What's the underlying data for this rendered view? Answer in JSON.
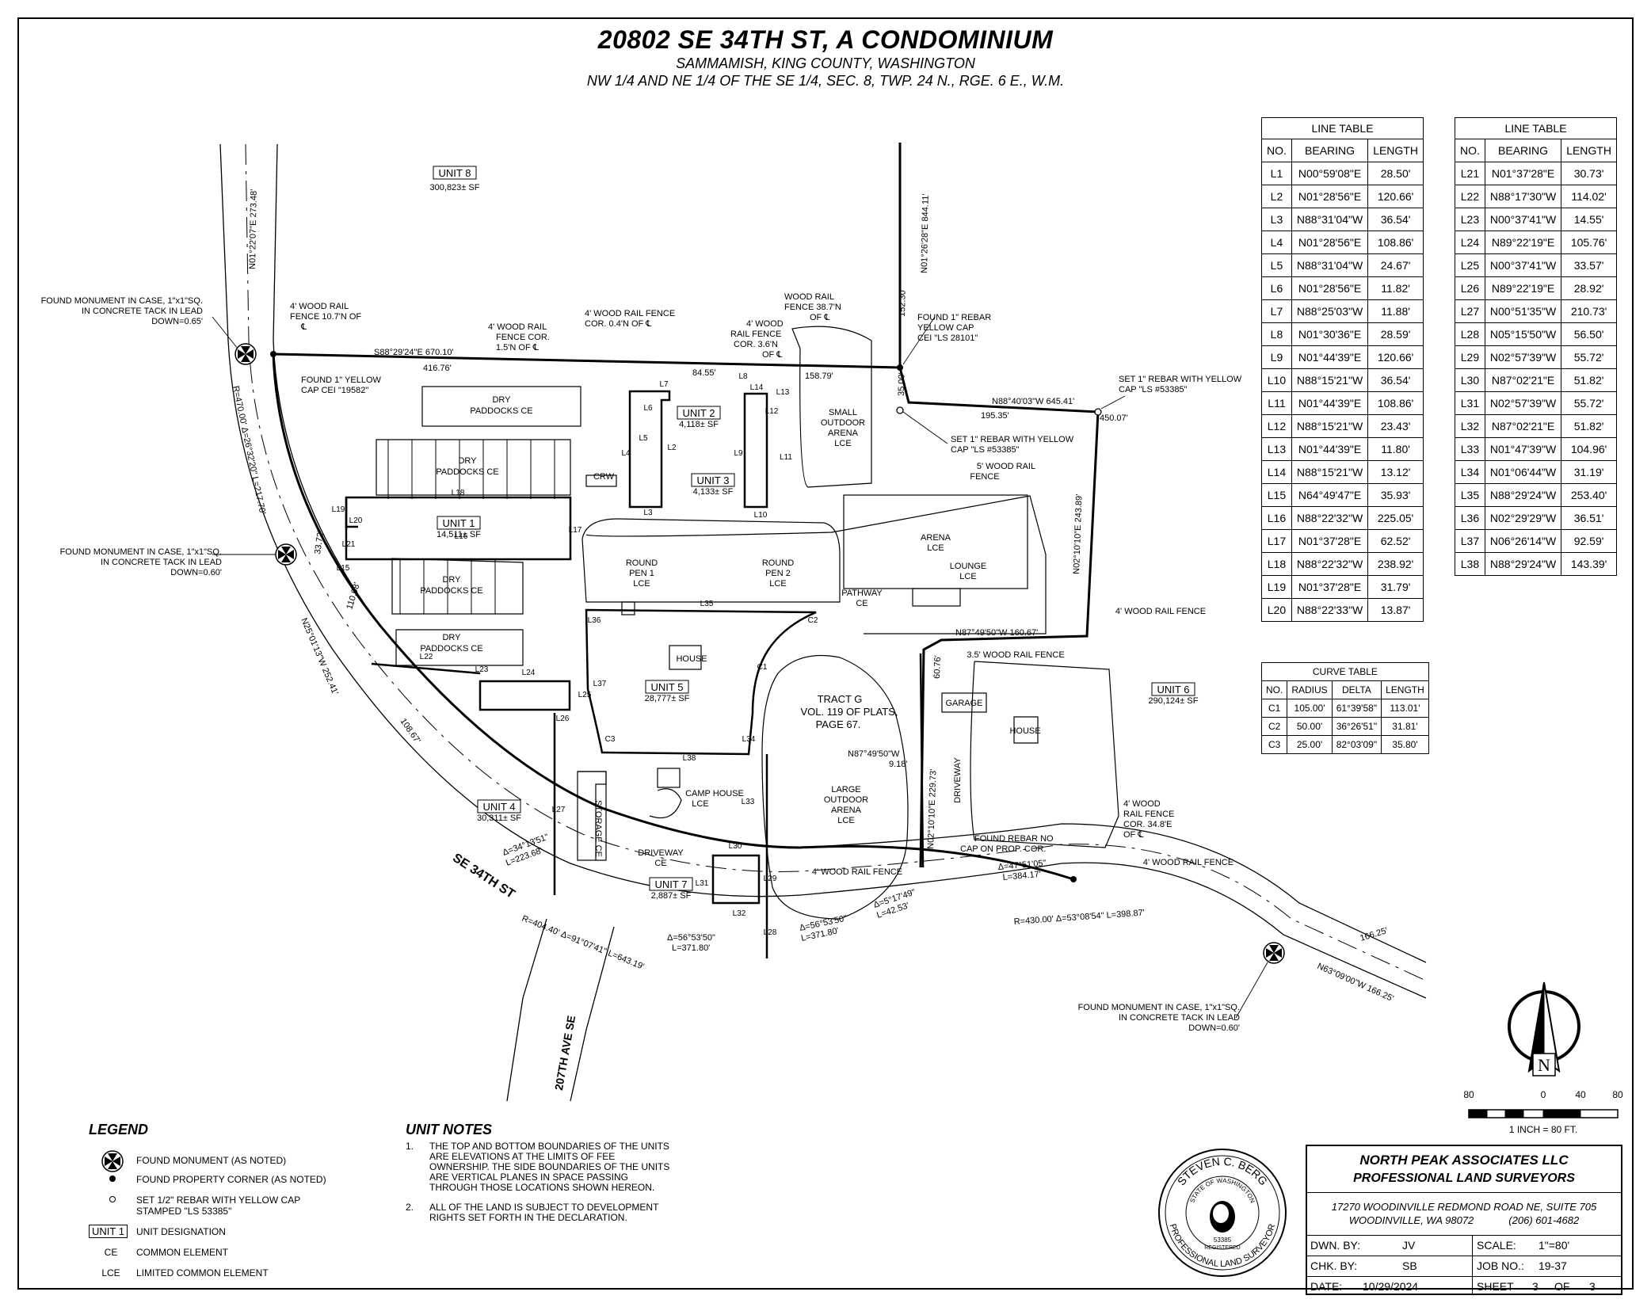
{
  "title": {
    "main": "20802 SE 34TH ST, A CONDOMINIUM",
    "line1": "SAMMAMISH, KING COUNTY, WASHINGTON",
    "line2": "NW 1/4 AND NE 1/4 OF THE SE 1/4, SEC. 8, TWP. 24 N., RGE. 6 E., W.M."
  },
  "line_table_1": {
    "caption": "LINE TABLE",
    "headers": [
      "NO.",
      "BEARING",
      "LENGTH"
    ],
    "rows": [
      [
        "L1",
        "N00°59'08\"E",
        "28.50'"
      ],
      [
        "L2",
        "N01°28'56\"E",
        "120.66'"
      ],
      [
        "L3",
        "N88°31'04\"W",
        "36.54'"
      ],
      [
        "L4",
        "N01°28'56\"E",
        "108.86'"
      ],
      [
        "L5",
        "N88°31'04\"W",
        "24.67'"
      ],
      [
        "L6",
        "N01°28'56\"E",
        "11.82'"
      ],
      [
        "L7",
        "N88°25'03\"W",
        "11.88'"
      ],
      [
        "L8",
        "N01°30'36\"E",
        "28.59'"
      ],
      [
        "L9",
        "N01°44'39\"E",
        "120.66'"
      ],
      [
        "L10",
        "N88°15'21\"W",
        "36.54'"
      ],
      [
        "L11",
        "N01°44'39\"E",
        "108.86'"
      ],
      [
        "L12",
        "N88°15'21\"W",
        "23.43'"
      ],
      [
        "L13",
        "N01°44'39\"E",
        "11.80'"
      ],
      [
        "L14",
        "N88°15'21\"W",
        "13.12'"
      ],
      [
        "L15",
        "N64°49'47\"E",
        "35.93'"
      ],
      [
        "L16",
        "N88°22'32\"W",
        "225.05'"
      ],
      [
        "L17",
        "N01°37'28\"E",
        "62.52'"
      ],
      [
        "L18",
        "N88°22'32\"W",
        "238.92'"
      ],
      [
        "L19",
        "N01°37'28\"E",
        "31.79'"
      ],
      [
        "L20",
        "N88°22'33\"W",
        "13.87'"
      ]
    ]
  },
  "line_table_2": {
    "caption": "LINE TABLE",
    "headers": [
      "NO.",
      "BEARING",
      "LENGTH"
    ],
    "rows": [
      [
        "L21",
        "N01°37'28\"E",
        "30.73'"
      ],
      [
        "L22",
        "N88°17'30\"W",
        "114.02'"
      ],
      [
        "L23",
        "N00°37'41\"W",
        "14.55'"
      ],
      [
        "L24",
        "N89°22'19\"E",
        "105.76'"
      ],
      [
        "L25",
        "N00°37'41\"W",
        "33.57'"
      ],
      [
        "L26",
        "N89°22'19\"E",
        "28.92'"
      ],
      [
        "L27",
        "N00°51'35\"W",
        "210.73'"
      ],
      [
        "L28",
        "N05°15'50\"W",
        "56.50'"
      ],
      [
        "L29",
        "N02°57'39\"W",
        "55.72'"
      ],
      [
        "L30",
        "N87°02'21\"E",
        "51.82'"
      ],
      [
        "L31",
        "N02°57'39\"W",
        "55.72'"
      ],
      [
        "L32",
        "N87°02'21\"E",
        "51.82'"
      ],
      [
        "L33",
        "N01°47'39\"W",
        "104.96'"
      ],
      [
        "L34",
        "N01°06'44\"W",
        "31.19'"
      ],
      [
        "L35",
        "N88°29'24\"W",
        "253.40'"
      ],
      [
        "L36",
        "N02°29'29\"W",
        "36.51'"
      ],
      [
        "L37",
        "N06°26'14\"W",
        "92.59'"
      ],
      [
        "L38",
        "N88°29'24\"W",
        "143.39'"
      ]
    ]
  },
  "curve_table": {
    "caption": "CURVE TABLE",
    "headers": [
      "NO.",
      "RADIUS",
      "DELTA",
      "LENGTH"
    ],
    "rows": [
      [
        "C1",
        "105.00'",
        "61°39'58\"",
        "113.01'"
      ],
      [
        "C2",
        "50.00'",
        "36°26'51\"",
        "31.81'"
      ],
      [
        "C3",
        "25.00'",
        "82°03'09\"",
        "35.80'"
      ]
    ]
  },
  "units": [
    {
      "name": "UNIT 8",
      "area": "300,823± SF"
    },
    {
      "name": "UNIT 1",
      "area": "14,511± SF"
    },
    {
      "name": "UNIT 2",
      "area": "4,118± SF"
    },
    {
      "name": "UNIT 3",
      "area": "4,133± SF"
    },
    {
      "name": "UNIT 4",
      "area": "30,311± SF"
    },
    {
      "name": "UNIT 5",
      "area": "28,777± SF"
    },
    {
      "name": "UNIT 6",
      "area": "290,124± SF"
    },
    {
      "name": "UNIT 7",
      "area": "2,887± SF"
    }
  ],
  "plan_labels": {
    "dry_paddocks": "DRY",
    "paddocks_ce": "PADDOCKS CE",
    "crw": "CRW",
    "round_pen_1": [
      "ROUND",
      "PEN 1",
      "LCE"
    ],
    "round_pen_2": [
      "ROUND",
      "PEN 2",
      "LCE"
    ],
    "arena": [
      "ARENA",
      "LCE"
    ],
    "lounge": [
      "LOUNGE",
      "LCE"
    ],
    "pathway": [
      "PATHWAY",
      "CE"
    ],
    "small_arena": [
      "SMALL",
      "OUTDOOR",
      "ARENA",
      "LCE"
    ],
    "large_arena": [
      "LARGE",
      "OUTDOOR",
      "ARENA",
      "LCE"
    ],
    "tract_g": [
      "TRACT G",
      "VOL. 119 OF PLATS,",
      "PAGE 67."
    ],
    "house": "HOUSE",
    "garage": "GARAGE",
    "driveway": "DRIVEWAY",
    "camp_house": [
      "CAMP HOUSE",
      "LCE"
    ],
    "driveway_ce": [
      "DRIVEWAY",
      "CE"
    ],
    "storage_ce": "STORAGE CE",
    "street_se34": "SE 34TH ST",
    "street_207": "207TH AVE SE",
    "fence_4_wood": "4' WOOD RAIL FENCE",
    "fence_5_wood": [
      "5' WOOD RAIL",
      "FENCE"
    ],
    "fence_35_wood": "3.5' WOOD RAIL FENCE"
  },
  "annotations": {
    "monument_1": [
      "FOUND MONUMENT IN CASE, 1\"x1\"SQ.",
      "IN CONCRETE TACK IN LEAD",
      "DOWN=0.65'"
    ],
    "monument_2": [
      "FOUND MONUMENT IN CASE, 1\"x1\"SQ.",
      "IN CONCRETE TACK IN LEAD",
      "DOWN=0.60'"
    ],
    "monument_3": [
      "FOUND MONUMENT IN CASE, 1\"x1\"SQ.",
      "IN CONCRETE TACK IN LEAD",
      "DOWN=0.60'"
    ],
    "yellow_cap": [
      "FOUND 1\" YELLOW",
      "CAP CEI \"19582\""
    ],
    "rebar_cap_28101": [
      "FOUND 1\" REBAR",
      "YELLOW CAP",
      "CEI \"LS 28101\""
    ],
    "set_rebar_1": [
      "SET 1\" REBAR WITH YELLOW",
      "CAP \"LS #53385\""
    ],
    "set_rebar_2": [
      "SET 1\" REBAR WITH YELLOW",
      "CAP \"LS #53385\""
    ],
    "found_rebar_no_cap": [
      "FOUND REBAR NO",
      "CAP ON PROP. COR."
    ],
    "fence_107": [
      "4' WOOD RAIL",
      "FENCE 10.7'N OF",
      "℄"
    ],
    "fence_15": [
      "4' WOOD RAIL",
      "FENCE COR.",
      "1.5'N OF ℄"
    ],
    "fence_04": [
      "4' WOOD RAIL FENCE",
      "COR. 0.4'N OF ℄"
    ],
    "fence_36": [
      "4' WOOD",
      "RAIL FENCE",
      "COR. 3.6'N",
      "OF ℄"
    ],
    "fence_387": [
      "WOOD RAIL",
      "FENCE 38.7'N",
      "OF ℄"
    ],
    "fence_348": [
      "4' WOOD",
      "RAIL FENCE",
      "COR. 34.8'E",
      "OF ℄"
    ]
  },
  "dimensions": {
    "d_273": "N01°22'07\"E   273.48'",
    "d_844": "N01°26'28\"E   844.11'",
    "d_15230": "152.30'",
    "d_67010": "S88°29'24\"E   670.10'",
    "d_41676": "416.76'",
    "d_8455": "84.55'",
    "d_15879": "158.79'",
    "d_3500": "35.00'",
    "d_64541": "N88°40'03\"W   645.41'",
    "d_19535": "195.35'",
    "d_45007": "450.07'",
    "d_24389": "N02°10'10\"E   243.89'",
    "d_16067": "N87°49'50\"W   160.67'",
    "d_6076": "60.76'",
    "d_22973": "N02°10'10\"E   229.73'",
    "d_918": [
      "N87°49'50\"W",
      "9.18'"
    ],
    "d_3372": "33.72'",
    "d_11008": "110.08'",
    "d_25241": "N25°01'13\"W   252.41'",
    "d_10867": "108.67'",
    "d_curve_west": "R=470.00'  Δ=26°32'20\"  L=217.70'",
    "d_curve_4": [
      "Δ=34°13'51\"",
      "L=223.68'"
    ],
    "d_curve_mid": "R=404.40'  Δ=91°07'41\"  L=643.19'",
    "d_curve_5": [
      "Δ=56°53'50\"",
      "L=371.80'"
    ],
    "d_curve_6": [
      "Δ=56°53'50\"",
      "L=371.80'"
    ],
    "d_curve_7": [
      "Δ=5°17'49\"",
      "L=42.53'"
    ],
    "d_curve_east": "R=430.00'  Δ=53°08'54\"  L=398.87'",
    "d_curve_8": [
      "Δ=47°51'05\"",
      "L=384.17'"
    ],
    "d_16625": "166.25'",
    "d_63": "N63°09'00\"W   166.25'"
  },
  "north_arrow": {
    "letter": "N"
  },
  "scale_bar": {
    "ticks": [
      "80",
      "0",
      "40",
      "80"
    ],
    "text": "1 INCH = 80  FT."
  },
  "legend": {
    "title": "LEGEND",
    "items": [
      {
        "symbol": "monument",
        "text": "FOUND MONUMENT (AS NOTED)"
      },
      {
        "symbol": "dot",
        "text": "FOUND PROPERTY CORNER (AS NOTED)"
      },
      {
        "symbol": "circle",
        "text": "SET 1/2\" REBAR WITH YELLOW CAP",
        "text2": "STAMPED \"LS 53385\""
      },
      {
        "symbol": "unit",
        "sym_text": "UNIT 1",
        "text": "UNIT DESIGNATION"
      },
      {
        "symbol": "CE",
        "sym_text": "CE",
        "text": "COMMON ELEMENT"
      },
      {
        "symbol": "LCE",
        "sym_text": "LCE",
        "text": "LIMITED COMMON ELEMENT"
      }
    ]
  },
  "unit_notes": {
    "title": "UNIT NOTES",
    "items": [
      {
        "num": "1.",
        "text": "THE TOP AND BOTTOM BOUNDARIES OF THE UNITS ARE ELEVATIONS AT THE LIMITS OF FEE OWNERSHIP.  THE SIDE BOUNDARIES OF THE UNITS ARE VERTICAL PLANES IN SPACE PASSING THROUGH THOSE LOCATIONS SHOWN HEREON."
      },
      {
        "num": "2.",
        "text": "ALL OF THE LAND IS SUBJECT TO DEVELOPMENT RIGHTS SET FORTH IN THE DECLARATION."
      }
    ]
  },
  "seal": {
    "name": "STEVEN C. BERG",
    "state": "STATE OF WASHINGTON",
    "number": "53385",
    "registered": "REGISTERED",
    "profession": "PROFESSIONAL LAND SURVEYOR"
  },
  "title_block": {
    "firm": "NORTH PEAK ASSOCIATES LLC",
    "firm_sub": "PROFESSIONAL LAND SURVEYORS",
    "address1": "17270 WOODINVILLE REDMOND ROAD NE, SUITE 705",
    "address2": "WOODINVILLE, WA 98072",
    "phone": "(206) 601-4682",
    "dwn_label": "DWN. BY:",
    "dwn": "JV",
    "chk_label": "CHK. BY:",
    "chk": "SB",
    "date_label": "DATE:",
    "date": "10/29/2024",
    "scale_label": "SCALE:",
    "scale": "1\"=80'",
    "job_label": "JOB NO.:",
    "job": "19-37",
    "sheet_label": "SHEET",
    "sheet": "3",
    "of_label": "OF",
    "of": "3"
  }
}
